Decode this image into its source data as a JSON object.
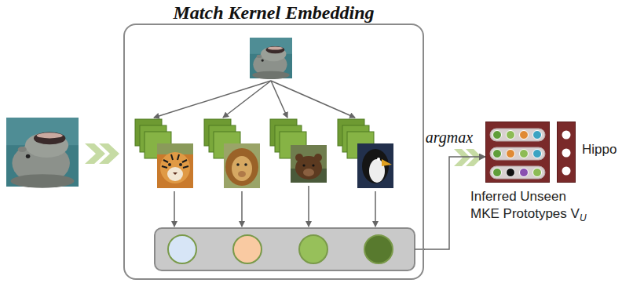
{
  "diagram": {
    "nodes": [
      {
        "text": [
          "Match Kernel Embedding"
        ]
      },
      {
        "text": [
          "Inferred Unseen MKE Prototypes V",
          "U"
        ]
      },
      {
        "text": [
          "Hippo"
        ]
      }
    ],
    "edges": [
      {
        "from": 0,
        "to": 1,
        "arrow": "to",
        "label": "argmax"
      }
    ]
  }
}
